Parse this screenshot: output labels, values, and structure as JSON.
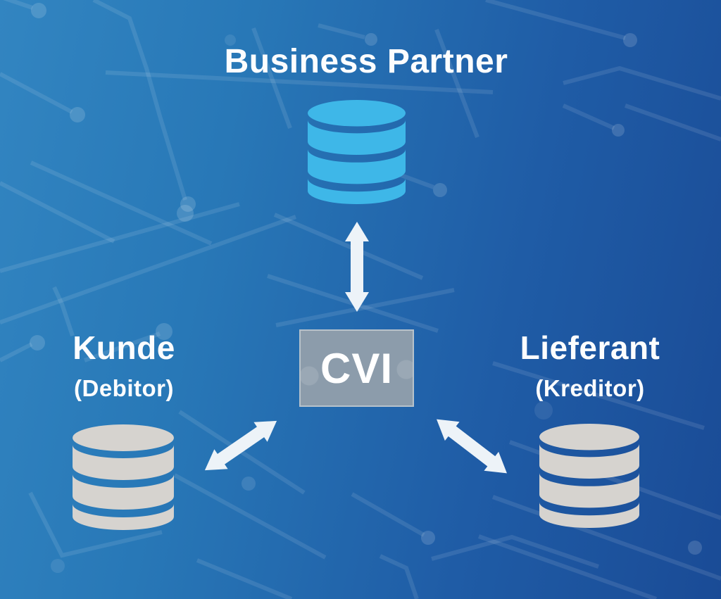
{
  "diagram": {
    "nodes": {
      "business_partner": {
        "label": "Business Partner",
        "icon": "database-icon"
      },
      "cvi": {
        "label": "CVI"
      },
      "kunde": {
        "label": "Kunde",
        "sublabel": "(Debitor)",
        "icon": "database-icon"
      },
      "lieferant": {
        "label": "Lieferant",
        "sublabel": "(Kreditor)",
        "icon": "database-icon"
      }
    },
    "connections": [
      {
        "from": "cvi",
        "to": "business_partner",
        "bidirectional": true
      },
      {
        "from": "cvi",
        "to": "kunde",
        "bidirectional": true
      },
      {
        "from": "cvi",
        "to": "lieferant",
        "bidirectional": true
      }
    ]
  },
  "colors": {
    "database_blue": "#3eb7e8",
    "database_gray": "#d6d3cf",
    "arrow_white": "#edf3f8",
    "label_text": "#fcfdfe",
    "cvi_box_fill": "#8c9cab",
    "cvi_box_border": "#b7c2cb",
    "background_gradient_start": "#3285c1",
    "background_gradient_end": "#1a4b96"
  }
}
